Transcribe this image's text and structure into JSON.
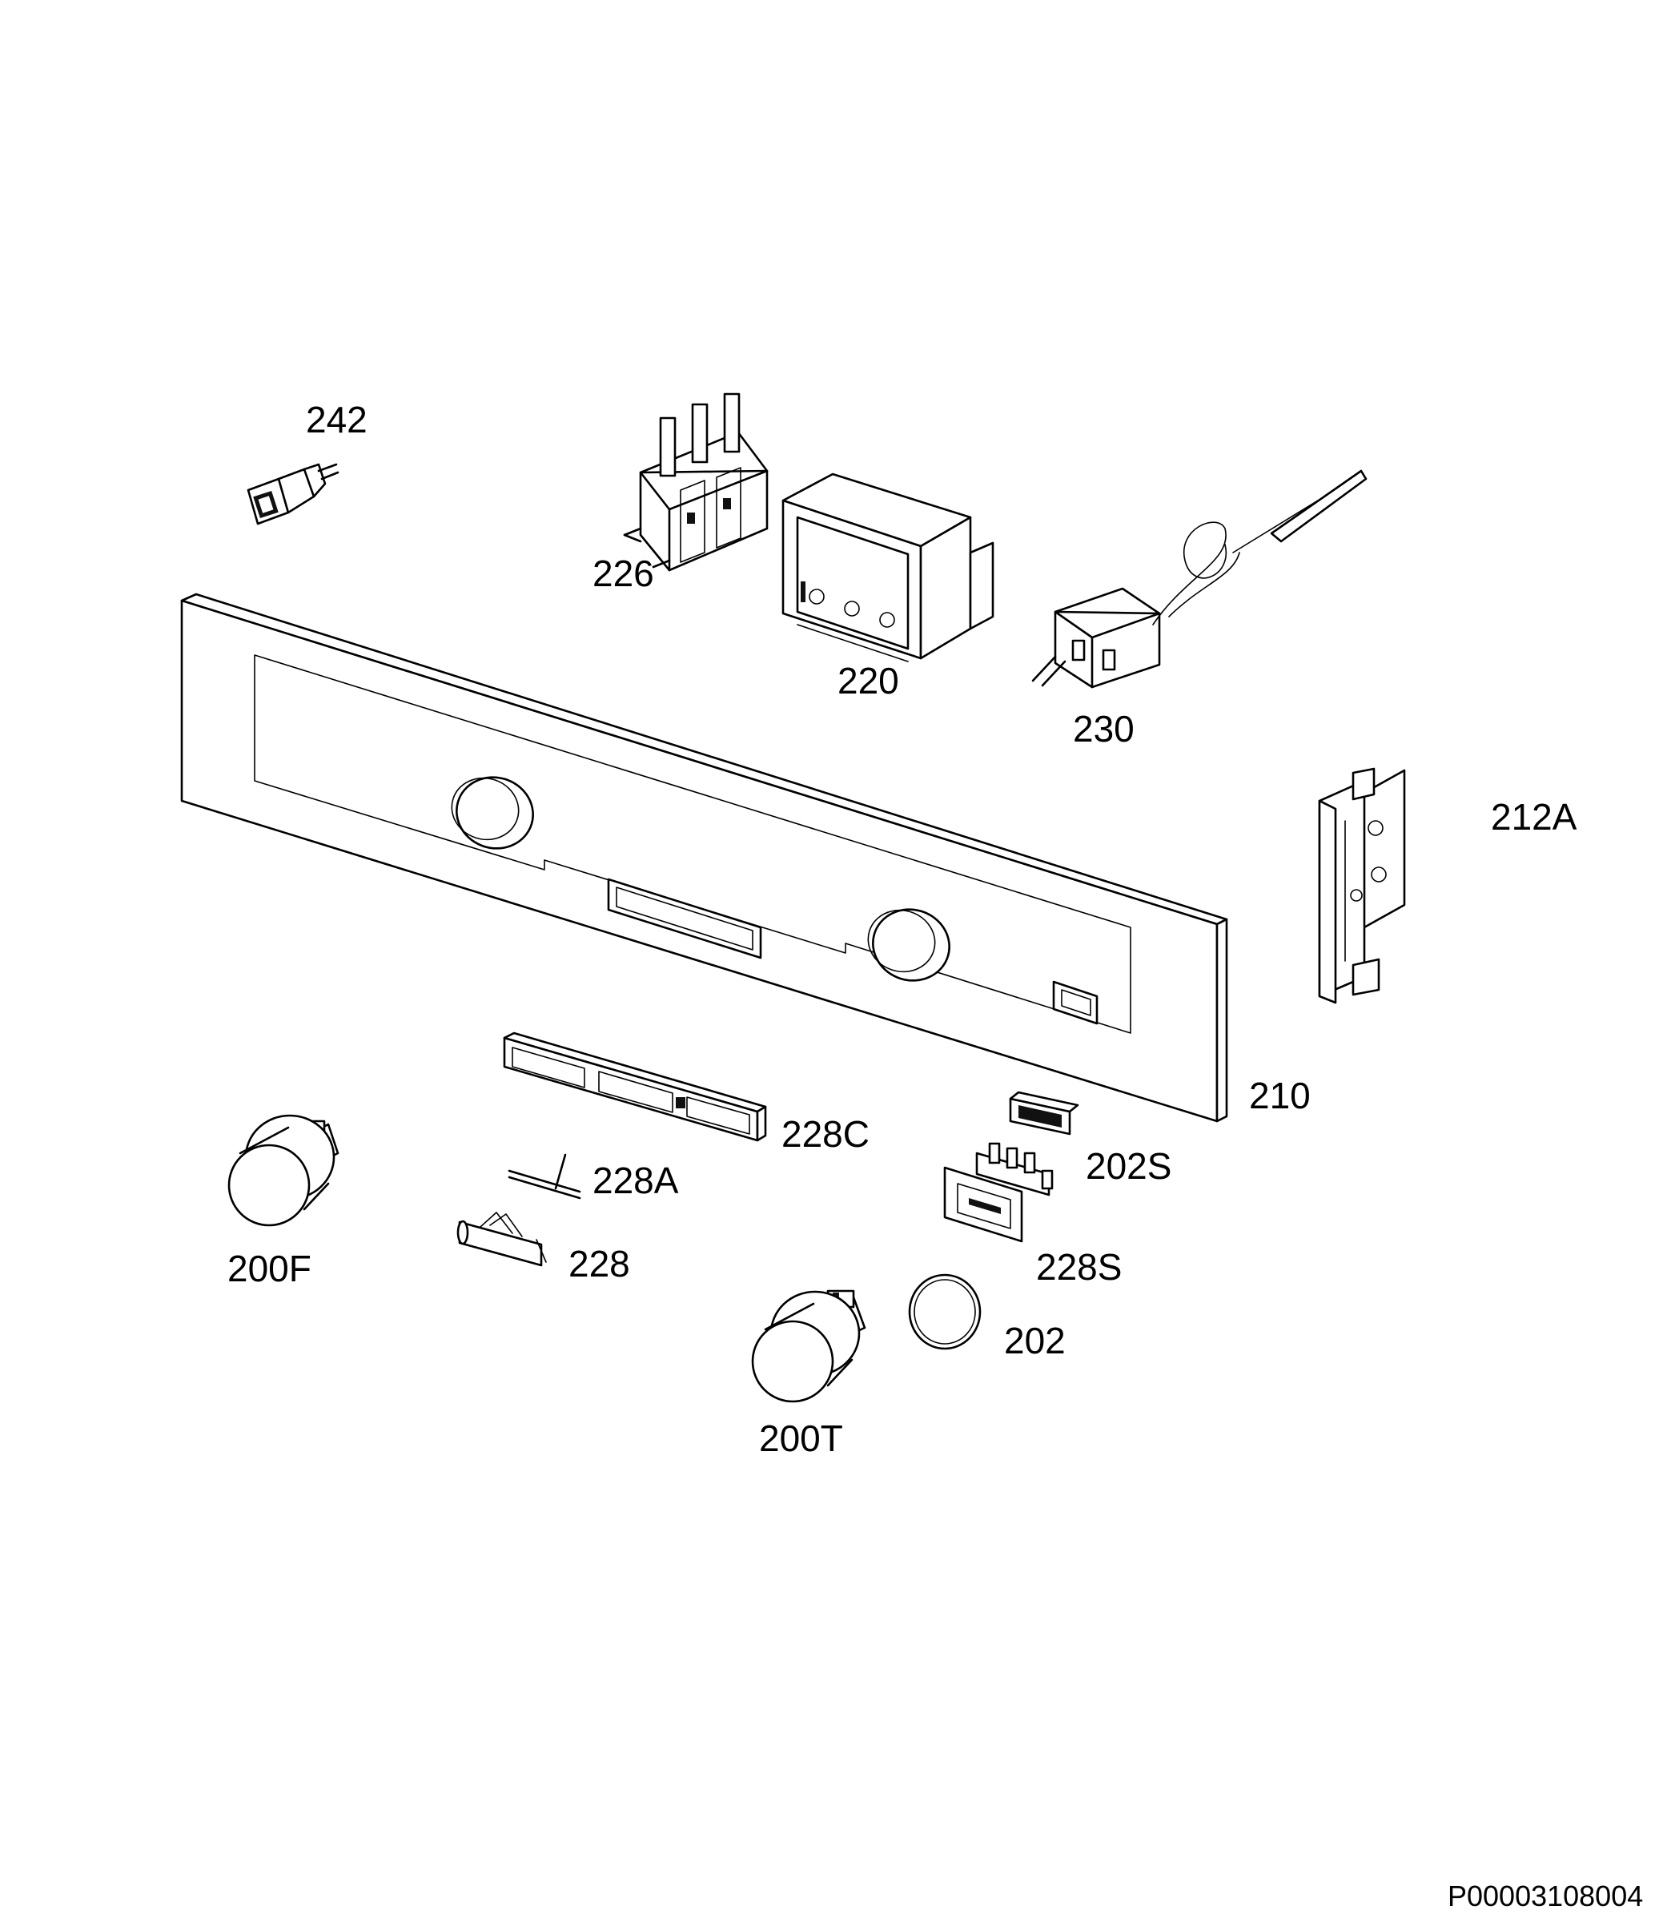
{
  "diagram": {
    "parts": [
      {
        "id": "242",
        "label": "242"
      },
      {
        "id": "226",
        "label": "226"
      },
      {
        "id": "220",
        "label": "220"
      },
      {
        "id": "230",
        "label": "230"
      },
      {
        "id": "212A",
        "label": "212A"
      },
      {
        "id": "210",
        "label": "210"
      },
      {
        "id": "228C",
        "label": "228C"
      },
      {
        "id": "202S",
        "label": "202S"
      },
      {
        "id": "228A",
        "label": "228A"
      },
      {
        "id": "200F",
        "label": "200F"
      },
      {
        "id": "228",
        "label": "228"
      },
      {
        "id": "228S",
        "label": "228S"
      },
      {
        "id": "202",
        "label": "202"
      },
      {
        "id": "200T",
        "label": "200T"
      }
    ],
    "reference_code": "P00003108004"
  }
}
